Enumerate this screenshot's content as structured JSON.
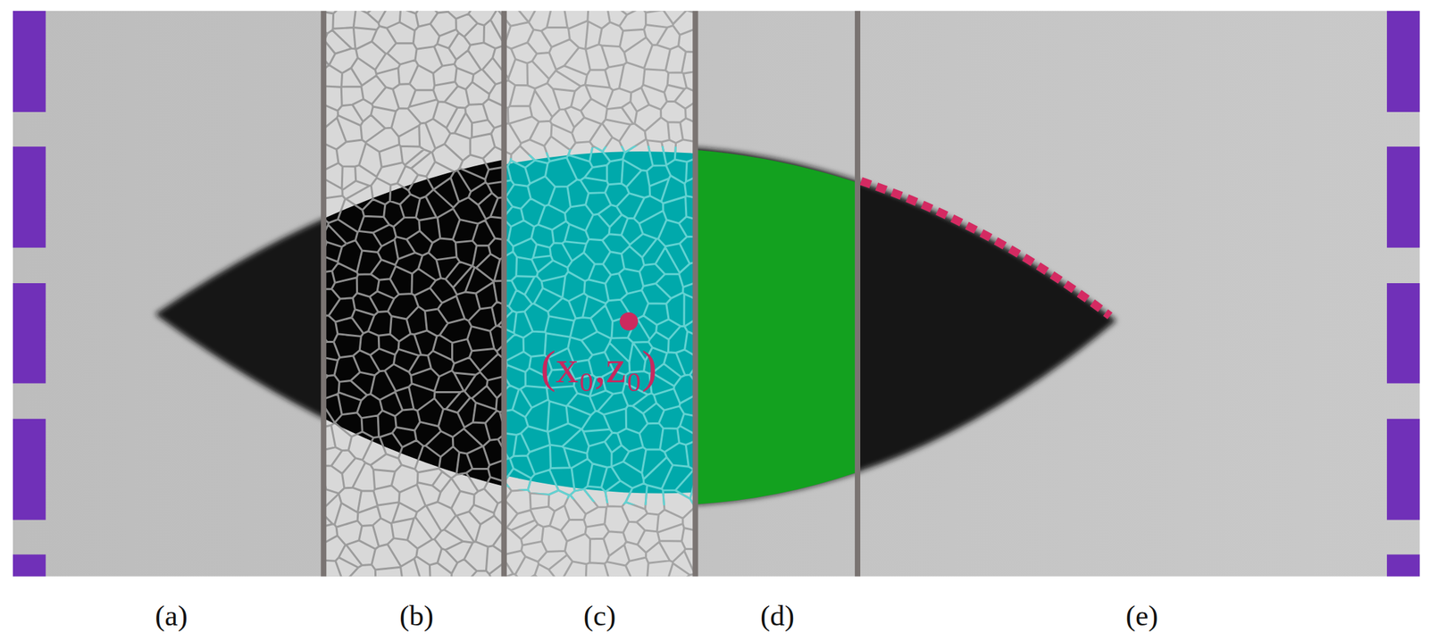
{
  "diagram": {
    "labels": [
      "(a)",
      "(b)",
      "(c)",
      "(d)",
      "(e)",
      "(x₀,z₀)"
    ]
  }
}
